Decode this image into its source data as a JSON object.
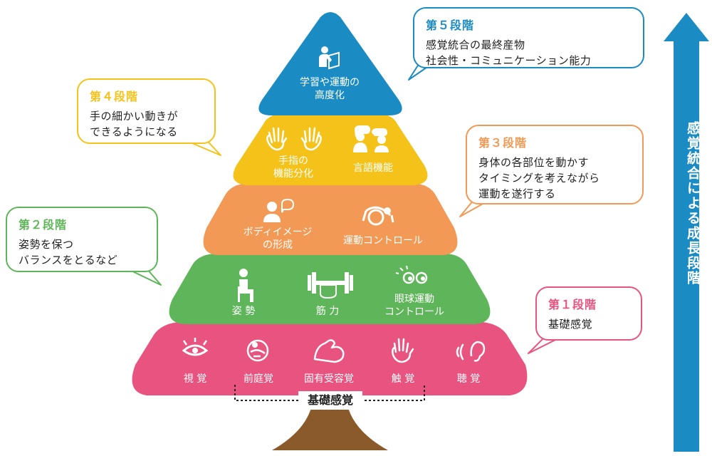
{
  "colors": {
    "stage1": "#e9537f",
    "stage2": "#5fb559",
    "stage3": "#f29a55",
    "stage4": "#f5c21a",
    "stage5": "#1b8bc4",
    "trunk": "#8b5a2b",
    "arrow": "#1b8bc4"
  },
  "tiers": [
    {
      "items": [
        {
          "lines": [
            "学習や運動の",
            "高度化"
          ],
          "icon": "person-studying-icon"
        }
      ]
    },
    {
      "items": [
        {
          "lines": [
            "手指の",
            "機能分化"
          ],
          "icon": "hands-icon"
        },
        {
          "lines": [
            "言語機能"
          ],
          "icon": "people-talking-icon"
        }
      ]
    },
    {
      "items": [
        {
          "lines": [
            "ボディイメージ",
            "の形成"
          ],
          "icon": "person-speech-icon"
        },
        {
          "lines": [
            "運動コントロール"
          ],
          "icon": "person-exercise-ball-icon"
        }
      ]
    },
    {
      "items": [
        {
          "lines": [
            "姿 勢"
          ],
          "icon": "person-sitting-icon"
        },
        {
          "lines": [
            "筋 力"
          ],
          "icon": "dumbbell-icon"
        },
        {
          "lines": [
            "眼球運動",
            "コントロール"
          ],
          "icon": "eyes-icon"
        }
      ]
    },
    {
      "items": [
        {
          "lines": [
            "視 覚"
          ],
          "icon": "eye-icon"
        },
        {
          "lines": [
            "前庭覚"
          ],
          "icon": "person-balance-icon"
        },
        {
          "lines": [
            "固有受容覚"
          ],
          "icon": "muscle-arm-icon"
        },
        {
          "lines": [
            "触 覚"
          ],
          "icon": "hand-icon"
        },
        {
          "lines": [
            "聴 覚"
          ],
          "icon": "ear-icon"
        }
      ]
    }
  ],
  "base_label": "基礎感覚",
  "callouts": {
    "stage5": {
      "title": "第５段階",
      "lines": [
        "感覚統合の最終産物",
        "社会性・コミュニケーション能力"
      ]
    },
    "stage4": {
      "title": "第４段階",
      "lines": [
        "手の細かい動きが",
        "できるようになる"
      ]
    },
    "stage3": {
      "title": "第３段階",
      "lines": [
        "身体の各部位を動かす",
        "タイミングを考えながら",
        "運動を遂行する"
      ]
    },
    "stage2": {
      "title": "第２段階",
      "lines": [
        "姿勢を保つ",
        "バランスをとるなど"
      ]
    },
    "stage1": {
      "title": "第１段階",
      "lines": [
        "基礎感覚"
      ]
    }
  },
  "arrow": {
    "label": "感覚統合による成長段階"
  }
}
